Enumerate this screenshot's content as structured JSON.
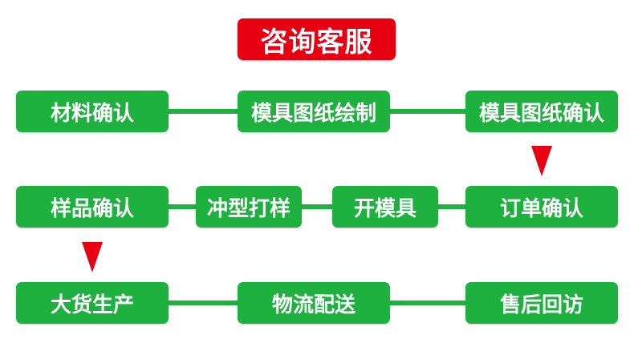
{
  "title": "咨询客服",
  "rows": [
    [
      "材料确认",
      "模具图纸绘制",
      "模具图纸确认"
    ],
    [
      "样品确认",
      "冲型打样",
      "开模具",
      "订单确认"
    ],
    [
      "大货生产",
      "物流配送",
      "售后回访"
    ]
  ],
  "colors": {
    "node_green": "#1fb13f",
    "title_red": "#e60012",
    "arrow_red": "#e60012"
  }
}
